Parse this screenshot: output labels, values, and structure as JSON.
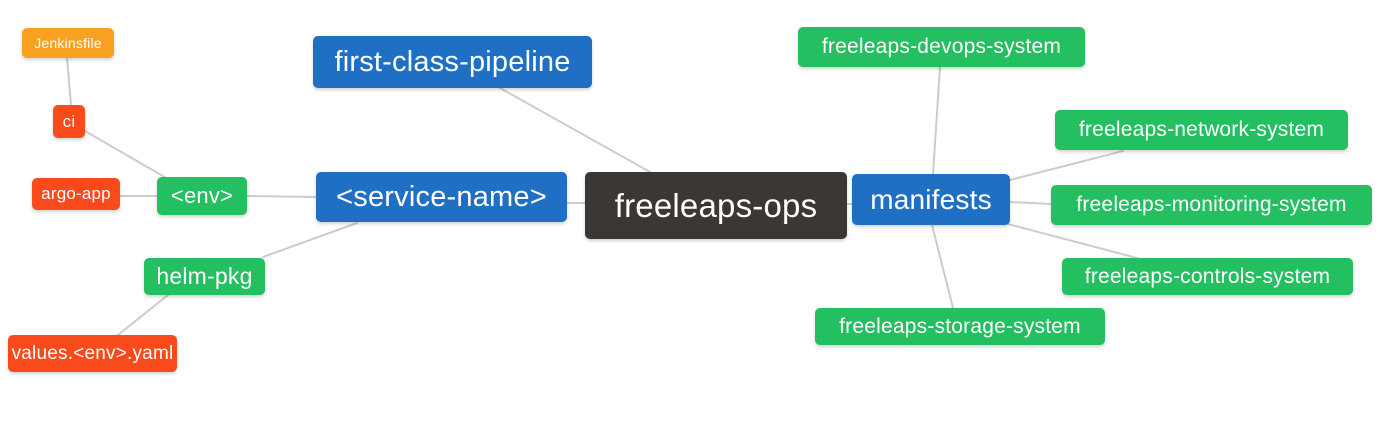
{
  "palette": {
    "orange": "#f9a123",
    "red": "#f84a1b",
    "green": "#23bf61",
    "blue": "#1f6fc5",
    "dark": "#3b3735",
    "edge": "#cccccc",
    "background": "#ffffff"
  },
  "nodes": {
    "jenkinsfile": {
      "label": "Jenkinsfile",
      "color": "orange"
    },
    "ci": {
      "label": "ci",
      "color": "red"
    },
    "argo_app": {
      "label": "argo-app",
      "color": "red"
    },
    "env": {
      "label": "<env>",
      "color": "green"
    },
    "helm_pkg": {
      "label": "helm-pkg",
      "color": "green"
    },
    "values_env_yaml": {
      "label": "values.<env>.yaml",
      "color": "red"
    },
    "first_class_pipeline": {
      "label": "first-class-pipeline",
      "color": "blue"
    },
    "service_name": {
      "label": "<service-name>",
      "color": "blue"
    },
    "freeleaps_ops": {
      "label": "freeleaps-ops",
      "color": "dark"
    },
    "manifests": {
      "label": "manifests",
      "color": "blue"
    },
    "devops_system": {
      "label": "freeleaps-devops-system",
      "color": "green"
    },
    "network_system": {
      "label": "freeleaps-network-system",
      "color": "green"
    },
    "monitoring_system": {
      "label": "freeleaps-monitoring-system",
      "color": "green"
    },
    "controls_system": {
      "label": "freeleaps-controls-system",
      "color": "green"
    },
    "storage_system": {
      "label": "freeleaps-storage-system",
      "color": "green"
    }
  },
  "edges": [
    {
      "from": "jenkinsfile",
      "to": "ci"
    },
    {
      "from": "ci",
      "to": "env"
    },
    {
      "from": "argo_app",
      "to": "env"
    },
    {
      "from": "env",
      "to": "service_name"
    },
    {
      "from": "helm_pkg",
      "to": "service_name"
    },
    {
      "from": "values_env_yaml",
      "to": "helm_pkg"
    },
    {
      "from": "first_class_pipeline",
      "to": "freeleaps_ops"
    },
    {
      "from": "service_name",
      "to": "freeleaps_ops"
    },
    {
      "from": "freeleaps_ops",
      "to": "manifests"
    },
    {
      "from": "manifests",
      "to": "devops_system"
    },
    {
      "from": "manifests",
      "to": "network_system"
    },
    {
      "from": "manifests",
      "to": "monitoring_system"
    },
    {
      "from": "manifests",
      "to": "controls_system"
    },
    {
      "from": "manifests",
      "to": "storage_system"
    }
  ]
}
